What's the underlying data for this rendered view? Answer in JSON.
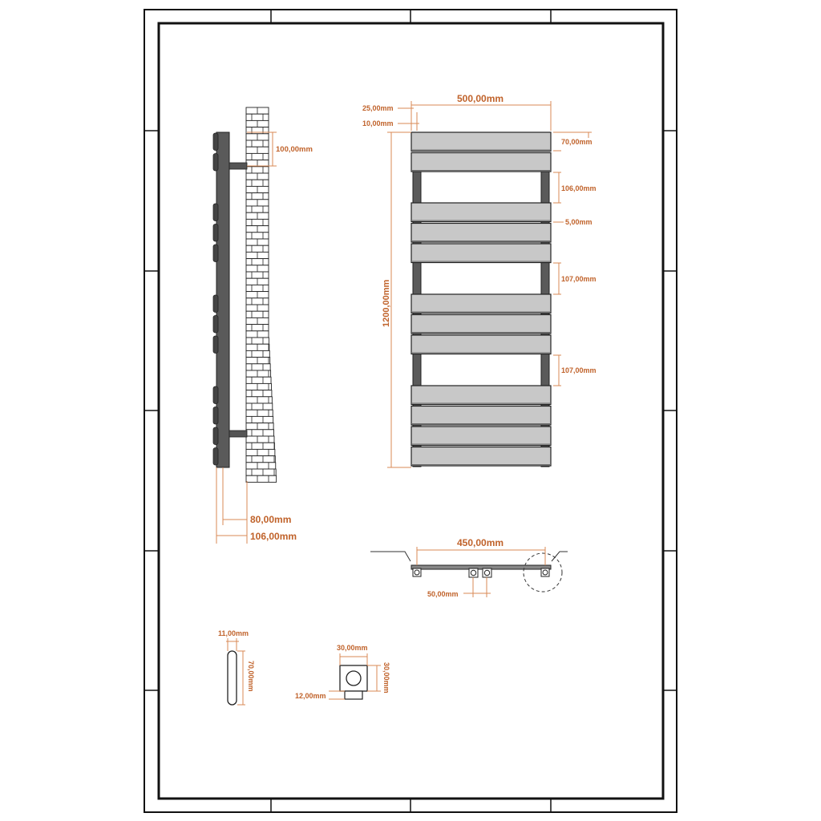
{
  "dimensions": {
    "front_width": "500,00mm",
    "front_offset_top": "25,00mm",
    "front_offset_small": "10,00mm",
    "front_height": "1200,00mm",
    "bar_height": "70,00mm",
    "gap_1": "106,00mm",
    "bar_gap": "5,00mm",
    "gap_2": "107,00mm",
    "gap_3": "107,00mm",
    "side_bracket": "100,00mm",
    "side_depth_80": "80,00mm",
    "side_depth_106": "106,00mm",
    "bottom_width": "450,00mm",
    "bottom_pipe": "50,00mm",
    "bar_section_w": "11,00mm",
    "bar_section_h": "70,00mm",
    "valve_w": "30,00mm",
    "valve_h": "30,00mm",
    "valve_pipe": "12,00mm"
  },
  "colors": {
    "dimension": "#c0622a",
    "dimension_line": "#d98a55",
    "bar_fill": "#c8c8c8",
    "post_fill": "#5a5a5a"
  }
}
